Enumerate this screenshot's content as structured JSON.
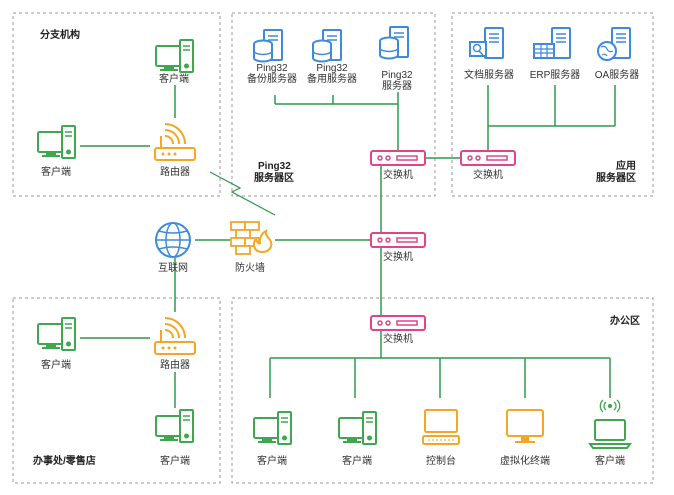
{
  "regions": {
    "branch": "分支机构",
    "server_zone_line1": "Ping32",
    "server_zone_line2": "服务器区",
    "app_zone_line1": "应用",
    "app_zone_line2": "服务器区",
    "office_store": "办事处/零售店",
    "office": "办公区"
  },
  "branch": {
    "client_top": "客户端",
    "client_left": "客户端",
    "router": "路由器"
  },
  "ping32_servers": {
    "backup_line1": "Ping32",
    "backup_line2": "备份服务器",
    "standby_line1": "Ping32",
    "standby_line2": "备用服务器",
    "main_line1": "Ping32",
    "main_line2": "服务器",
    "switch": "交换机"
  },
  "app_servers": {
    "doc": "文档服务器",
    "erp": "ERP服务器",
    "oa": "OA服务器",
    "switch": "交换机"
  },
  "core": {
    "internet": "互联网",
    "firewall": "防火墙",
    "switch": "交换机"
  },
  "store": {
    "client_left": "客户端",
    "router": "路由器",
    "client_bottom": "客户端"
  },
  "office_area": {
    "switch": "交换机",
    "client1": "客户端",
    "client2": "客户端",
    "console": "控制台",
    "vdi": "虚拟化终端",
    "laptop": "客户端"
  },
  "colors": {
    "line": "#2e9a4a",
    "client": "#3fa84f",
    "router": "#f5a623",
    "switch": "#e0458a",
    "server": "#3d8bd9",
    "firewall": "#f5a623",
    "border": "#999999"
  }
}
